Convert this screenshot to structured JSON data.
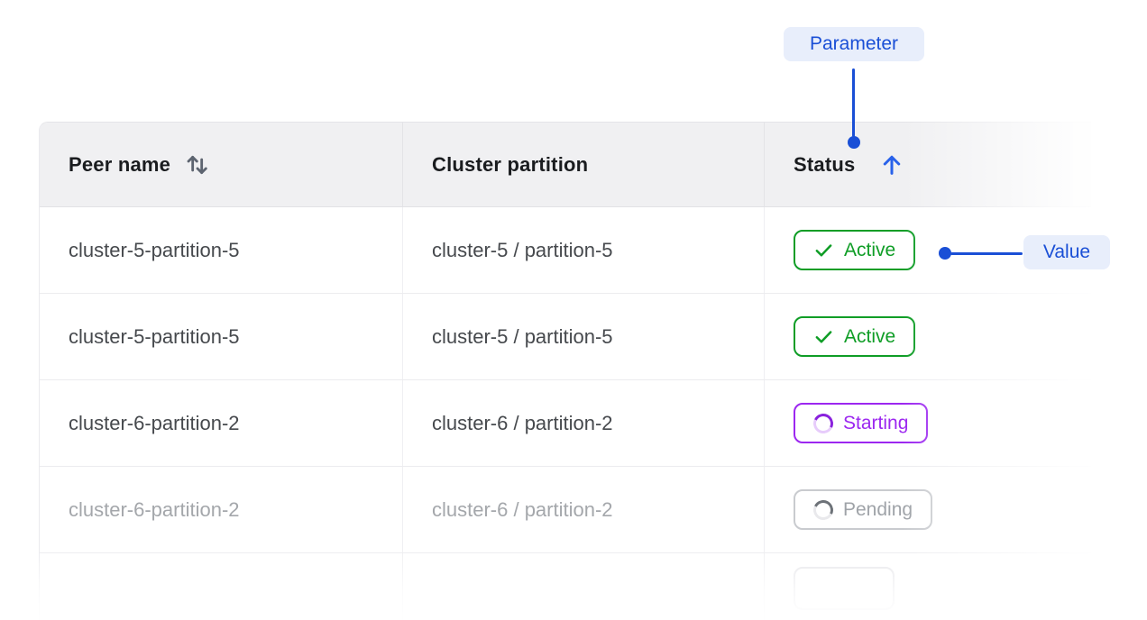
{
  "annotations": {
    "parameter_label": "Parameter",
    "value_label": "Value"
  },
  "colors": {
    "accent_blue": "#1a4fd6",
    "chip_bg": "#e8eefb",
    "sort_arrow_blue": "#2962ea",
    "status_active": "#0f9d26",
    "status_starting": "#9c27f0",
    "status_pending": "#9fa3a8",
    "header_bg": "#f0f0f2"
  },
  "table": {
    "columns": [
      {
        "label": "Peer name",
        "sort": "sortable",
        "sort_icon": "up-down-arrows-icon"
      },
      {
        "label": "Cluster partition",
        "sort": "none"
      },
      {
        "label": "Status",
        "sort": "ascending",
        "sort_icon": "up-arrow-icon"
      }
    ],
    "rows": [
      {
        "peer_name": "cluster-5-partition-5",
        "cluster_partition": "cluster-5 / partition-5",
        "status": "Active",
        "status_kind": "active",
        "status_icon": "check-icon",
        "muted": false
      },
      {
        "peer_name": "cluster-5-partition-5",
        "cluster_partition": "cluster-5 / partition-5",
        "status": "Active",
        "status_kind": "active",
        "status_icon": "check-icon",
        "muted": false
      },
      {
        "peer_name": "cluster-6-partition-2",
        "cluster_partition": "cluster-6 / partition-2",
        "status": "Starting",
        "status_kind": "starting",
        "status_icon": "spinner-icon",
        "muted": false
      },
      {
        "peer_name": "cluster-6-partition-2",
        "cluster_partition": "cluster-6 / partition-2",
        "status": "Pending",
        "status_kind": "pending",
        "status_icon": "spinner-icon",
        "muted": true
      }
    ],
    "partial_row": {
      "present": true,
      "status_badge": "empty-fading"
    }
  }
}
